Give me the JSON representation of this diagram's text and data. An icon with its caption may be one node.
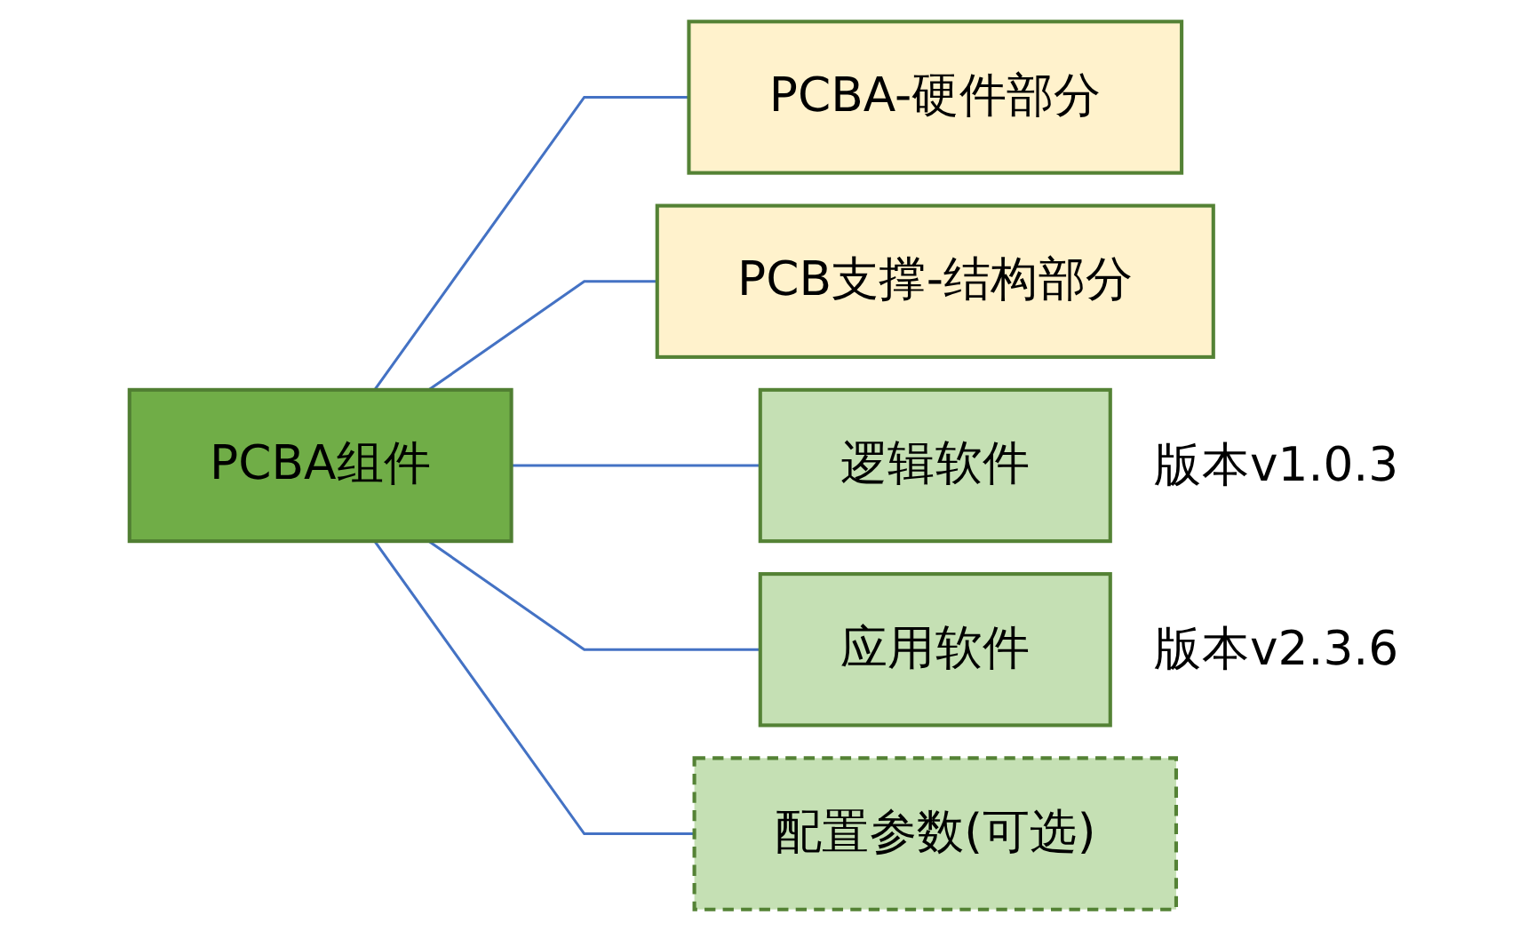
{
  "diagram": {
    "nodes": [
      {
        "text": [
          "PCBA组件"
        ]
      },
      {
        "text": [
          "PCBA-硬件部分"
        ]
      },
      {
        "text": [
          "PCB支撑-结构部分"
        ]
      },
      {
        "text": [
          "逻辑软件"
        ],
        "beside": [
          "版本v1.0.3"
        ]
      },
      {
        "text": [
          "应用软件"
        ],
        "beside": [
          "版本v2.3.6"
        ]
      },
      {
        "text": [
          "配置参数(可选)"
        ]
      }
    ],
    "edges": [
      {
        "from": 0,
        "to": 1,
        "arrow": "none"
      },
      {
        "from": 0,
        "to": 2,
        "arrow": "none"
      },
      {
        "from": 0,
        "to": 3,
        "arrow": "none"
      },
      {
        "from": 0,
        "to": 4,
        "arrow": "none"
      },
      {
        "from": 0,
        "to": 5,
        "arrow": "none"
      }
    ]
  }
}
